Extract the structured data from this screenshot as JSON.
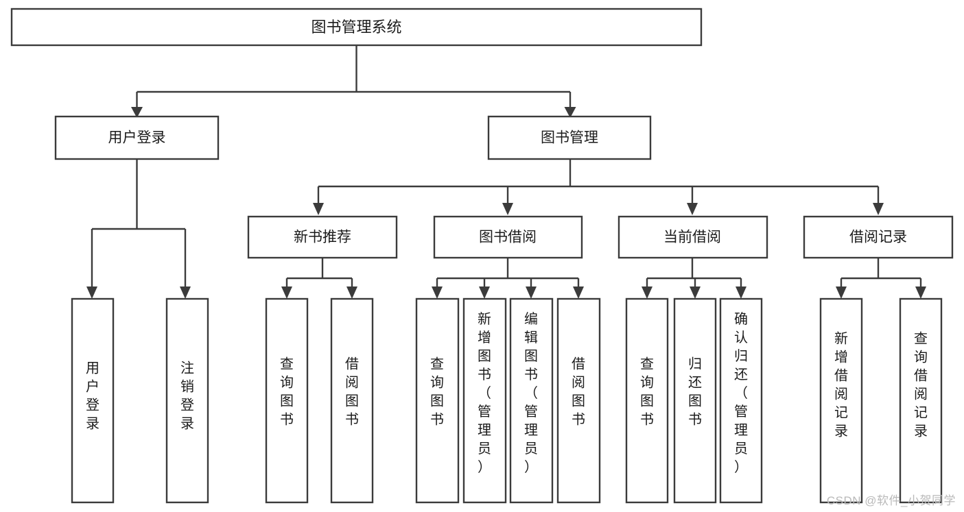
{
  "diagram": {
    "type": "tree-hierarchy",
    "title": "图书管理系统",
    "watermark": "CSDN @软件_小贺同学",
    "colors": {
      "stroke": "#3b3b3b",
      "fill": "#ffffff",
      "text": "#1b1b1b",
      "watermark": "#b9b9b9"
    },
    "levels": [
      {
        "level": 1,
        "nodes": [
          {
            "id": "root",
            "label": "图书管理系统",
            "orientation": "horizontal"
          }
        ]
      },
      {
        "level": 2,
        "nodes": [
          {
            "id": "user-login",
            "label": "用户登录",
            "orientation": "horizontal",
            "parent": "root"
          },
          {
            "id": "book-manage",
            "label": "图书管理",
            "orientation": "horizontal",
            "parent": "root"
          }
        ]
      },
      {
        "level": 3,
        "nodes": [
          {
            "id": "new-book-rec",
            "label": "新书推荐",
            "orientation": "horizontal",
            "parent": "book-manage"
          },
          {
            "id": "book-borrow",
            "label": "图书借阅",
            "orientation": "horizontal",
            "parent": "book-manage"
          },
          {
            "id": "current-borrow",
            "label": "当前借阅",
            "orientation": "horizontal",
            "parent": "book-manage"
          },
          {
            "id": "borrow-record",
            "label": "借阅记录",
            "orientation": "horizontal",
            "parent": "book-manage"
          }
        ]
      },
      {
        "level": 4,
        "nodes": [
          {
            "id": "leaf-user-login",
            "label": "用户登录",
            "orientation": "vertical",
            "parent": "user-login"
          },
          {
            "id": "leaf-logout",
            "label": "注销登录",
            "orientation": "vertical",
            "parent": "user-login"
          },
          {
            "id": "leaf-query-book-1",
            "label": "查询图书",
            "orientation": "vertical",
            "parent": "new-book-rec"
          },
          {
            "id": "leaf-borrow-book-1",
            "label": "借阅图书",
            "orientation": "vertical",
            "parent": "new-book-rec"
          },
          {
            "id": "leaf-query-book-2",
            "label": "查询图书",
            "orientation": "vertical",
            "parent": "book-borrow"
          },
          {
            "id": "leaf-add-book",
            "label": "新增图书（管理员）",
            "orientation": "vertical",
            "parent": "book-borrow"
          },
          {
            "id": "leaf-edit-book",
            "label": "编辑图书（管理员）",
            "orientation": "vertical",
            "parent": "book-borrow"
          },
          {
            "id": "leaf-borrow-book-2",
            "label": "借阅图书",
            "orientation": "vertical",
            "parent": "book-borrow"
          },
          {
            "id": "leaf-query-book-3",
            "label": "查询图书",
            "orientation": "vertical",
            "parent": "current-borrow"
          },
          {
            "id": "leaf-return-book",
            "label": "归还图书",
            "orientation": "vertical",
            "parent": "current-borrow"
          },
          {
            "id": "leaf-confirm-return",
            "label": "确认归还（管理员）",
            "orientation": "vertical",
            "parent": "current-borrow"
          },
          {
            "id": "leaf-add-record",
            "label": "新增借阅记录",
            "orientation": "vertical",
            "parent": "borrow-record"
          },
          {
            "id": "leaf-query-record",
            "label": "查询借阅记录",
            "orientation": "vertical",
            "parent": "borrow-record"
          }
        ]
      }
    ]
  }
}
